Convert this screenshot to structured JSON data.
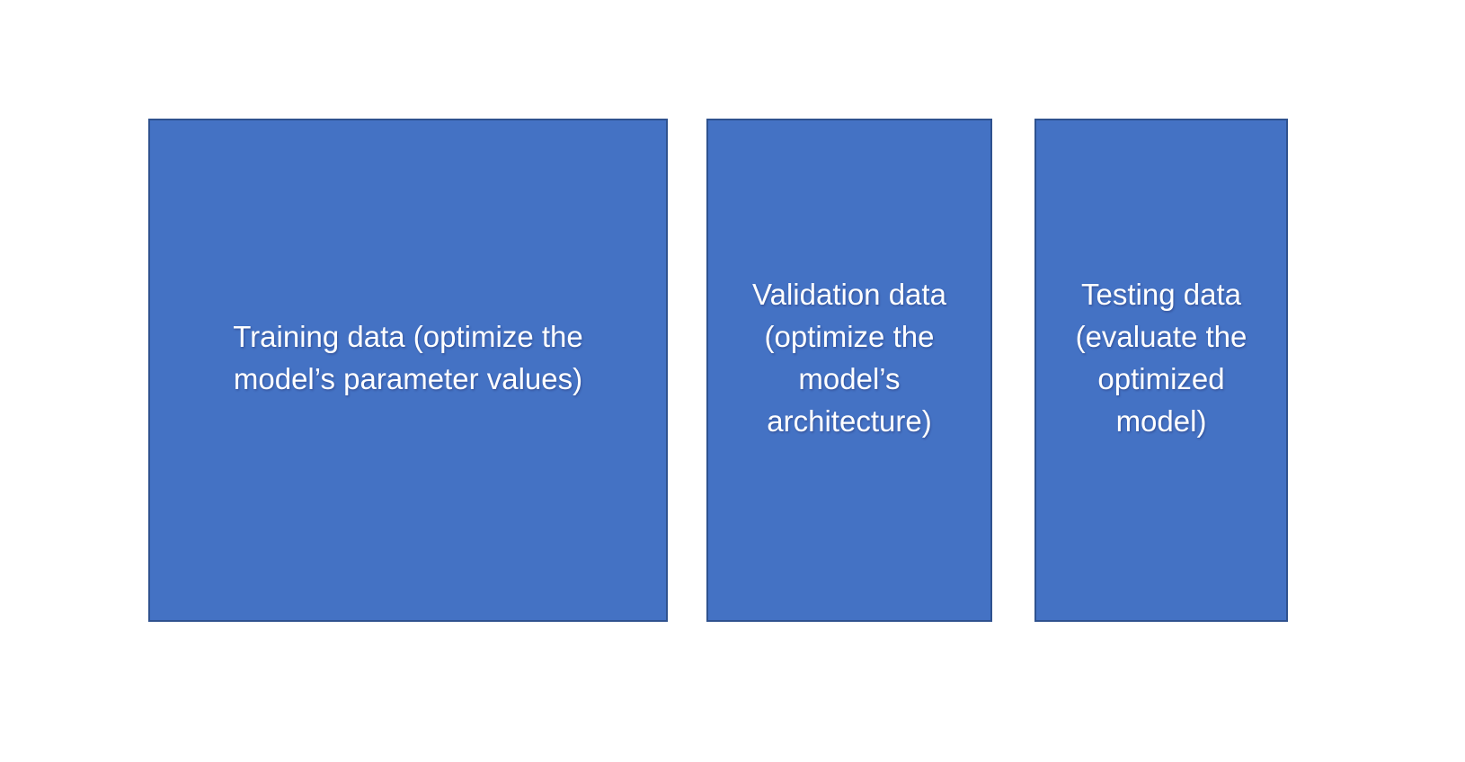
{
  "canvas": {
    "background": "#ffffff"
  },
  "diagram": {
    "type": "three-column-boxes",
    "colors": {
      "box_fill": "#4472C4",
      "box_border": "#2F528F",
      "text": "#FFFFFF"
    },
    "boxes": [
      {
        "id": "training-data",
        "text": "Training data (optimize the\nmodel’s parameter values)"
      },
      {
        "id": "validation-data",
        "text": "Validation data\n(optimize the\nmodel’s\narchitecture)"
      },
      {
        "id": "testing-data",
        "text": "Testing data\n(evaluate the\noptimized\nmodel)"
      }
    ]
  }
}
